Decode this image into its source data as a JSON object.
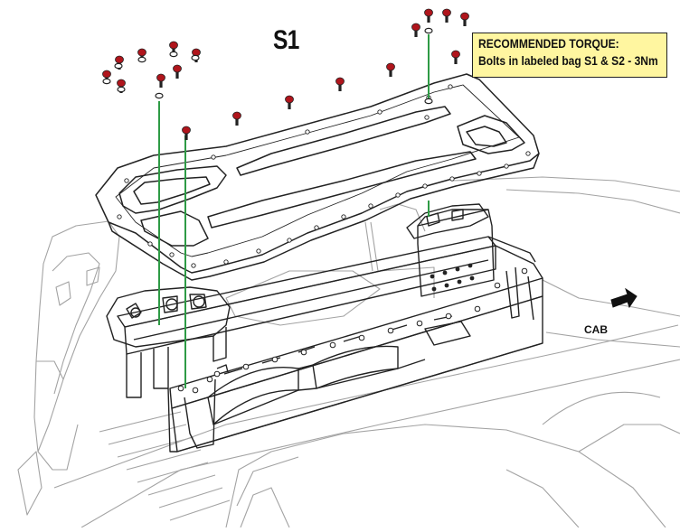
{
  "diagram": {
    "step_label": "S1",
    "torque_note": {
      "title": "RECOMMENDED TORQUE:",
      "text": "Bolts in labeled bag S1 & S2 - 3Nm",
      "background": "#fff6a0"
    },
    "direction_label": "CAB",
    "colors": {
      "bolt_head": "#b0151c",
      "guide_line": "#2e9b45",
      "outline": "#222222",
      "faint_outline": "#9a9a9a"
    },
    "parts": [
      "truck-bed",
      "storage-box-frame",
      "lid-panel",
      "bolts",
      "washers",
      "cab-arrow"
    ]
  }
}
